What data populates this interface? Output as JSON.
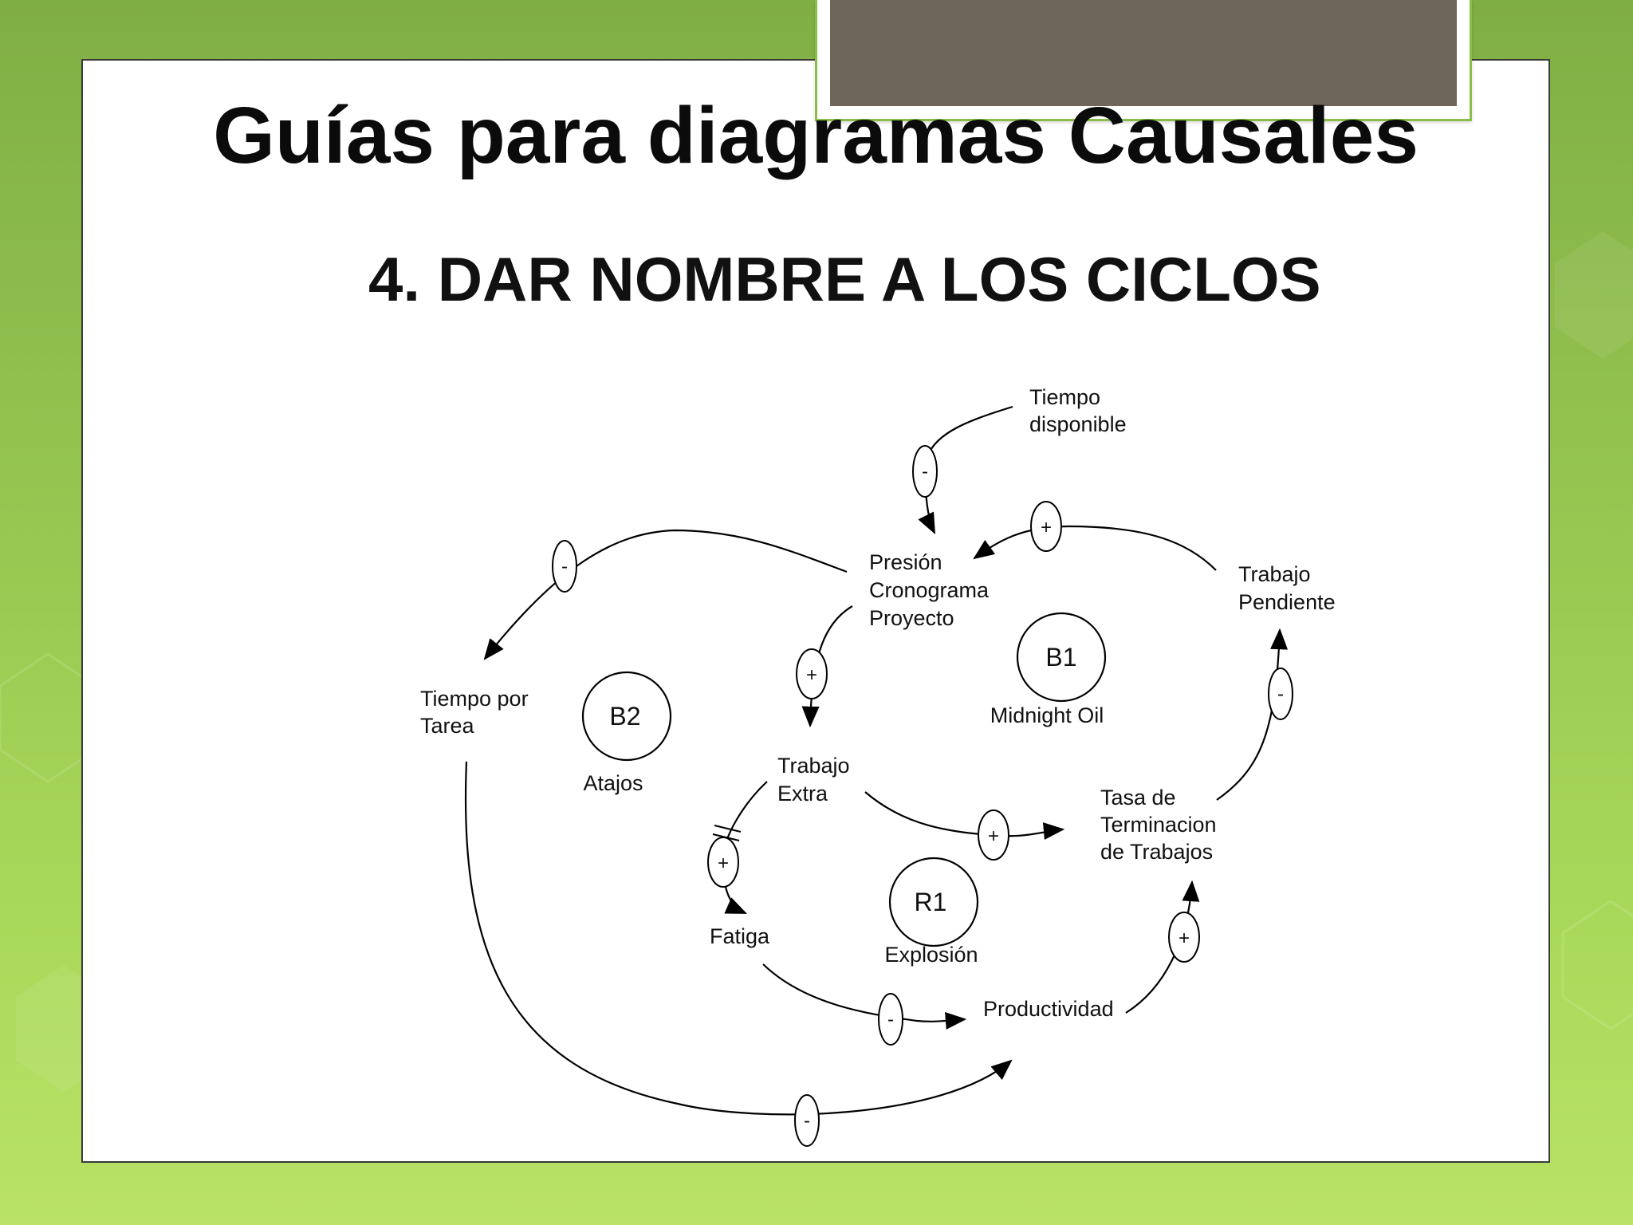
{
  "slide": {
    "title": "Guías para diagramas Causales",
    "subtitle": "4. DAR NOMBRE A LOS CICLOS"
  },
  "diagram": {
    "variables": {
      "tiempo_disponible": [
        "Tiempo",
        "disponible"
      ],
      "presion": [
        "Presión",
        "Cronograma",
        "Proyecto"
      ],
      "trabajo_pendiente": [
        "Trabajo",
        "Pendiente"
      ],
      "tiempo_por_tarea": [
        "Tiempo por",
        "Tarea"
      ],
      "trabajo_extra": [
        "Trabajo",
        "Extra"
      ],
      "tasa_terminacion": [
        "Tasa de",
        "Terminacion",
        "de  Trabajos"
      ],
      "fatiga": [
        "Fatiga"
      ],
      "productividad": [
        "Productividad"
      ]
    },
    "loops": [
      {
        "id": "B1",
        "name": "Midnight Oil"
      },
      {
        "id": "B2",
        "name": "Atajos"
      },
      {
        "id": "R1",
        "name": "Explosión"
      }
    ],
    "links": [
      {
        "from": "Tiempo disponible",
        "to": "Presión Cronograma Proyecto",
        "polarity": "-"
      },
      {
        "from": "Trabajo Pendiente",
        "to": "Presión Cronograma Proyecto",
        "polarity": "+"
      },
      {
        "from": "Presión Cronograma Proyecto",
        "to": "Tiempo por Tarea",
        "polarity": "-"
      },
      {
        "from": "Presión Cronograma Proyecto",
        "to": "Trabajo Extra",
        "polarity": "+"
      },
      {
        "from": "Tasa de Terminacion de Trabajos",
        "to": "Trabajo Pendiente",
        "polarity": "-"
      },
      {
        "from": "Trabajo Extra",
        "to": "Tasa de Terminacion de Trabajos",
        "polarity": "+"
      },
      {
        "from": "Trabajo Extra",
        "to": "Fatiga",
        "polarity": "+",
        "delay": true
      },
      {
        "from": "Fatiga",
        "to": "Productividad",
        "polarity": "-"
      },
      {
        "from": "Productividad",
        "to": "Tasa de Terminacion de Trabajos",
        "polarity": "+"
      },
      {
        "from": "Tiempo por Tarea",
        "to": "Productividad",
        "polarity": "-"
      }
    ]
  }
}
